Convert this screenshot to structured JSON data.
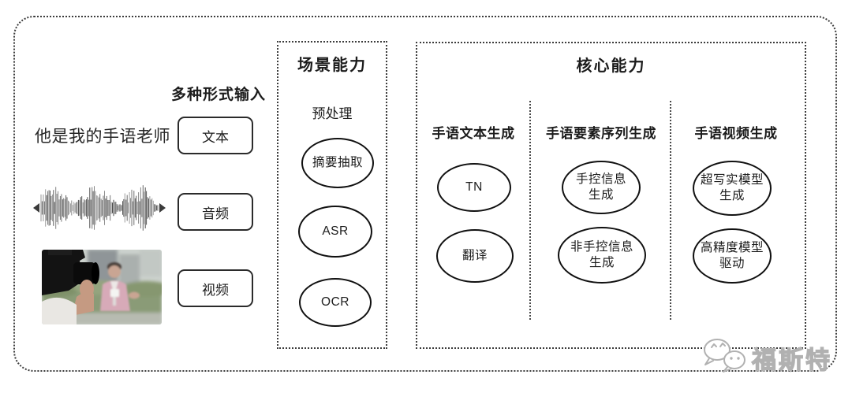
{
  "input": {
    "label": "多种形式输入",
    "sample_text": "他是我的手语老师",
    "boxes": [
      {
        "label": "文本"
      },
      {
        "label": "音频"
      },
      {
        "label": "视频"
      }
    ]
  },
  "scene": {
    "title": "场景能力",
    "subtitle": "预处理",
    "nodes": [
      "摘要抽取",
      "ASR",
      "OCR"
    ]
  },
  "core": {
    "title": "核心能力",
    "columns": [
      {
        "title": "手语文本生成",
        "nodes": [
          "TN",
          "翻译"
        ]
      },
      {
        "title": "手语要素序列生成",
        "nodes": [
          "手控信息\n生成",
          "非手控信息\n生成"
        ]
      },
      {
        "title": "手语视频生成",
        "nodes": [
          "超写实模型\n生成",
          "高精度模型\n驱动"
        ]
      }
    ]
  },
  "watermark": {
    "icon": "wechat-icon",
    "text": "福斯特"
  },
  "colors": {
    "line": "#3c3c3c",
    "node_border": "#101010",
    "watermark": "#b1b1b1",
    "background": "#ffffff"
  }
}
